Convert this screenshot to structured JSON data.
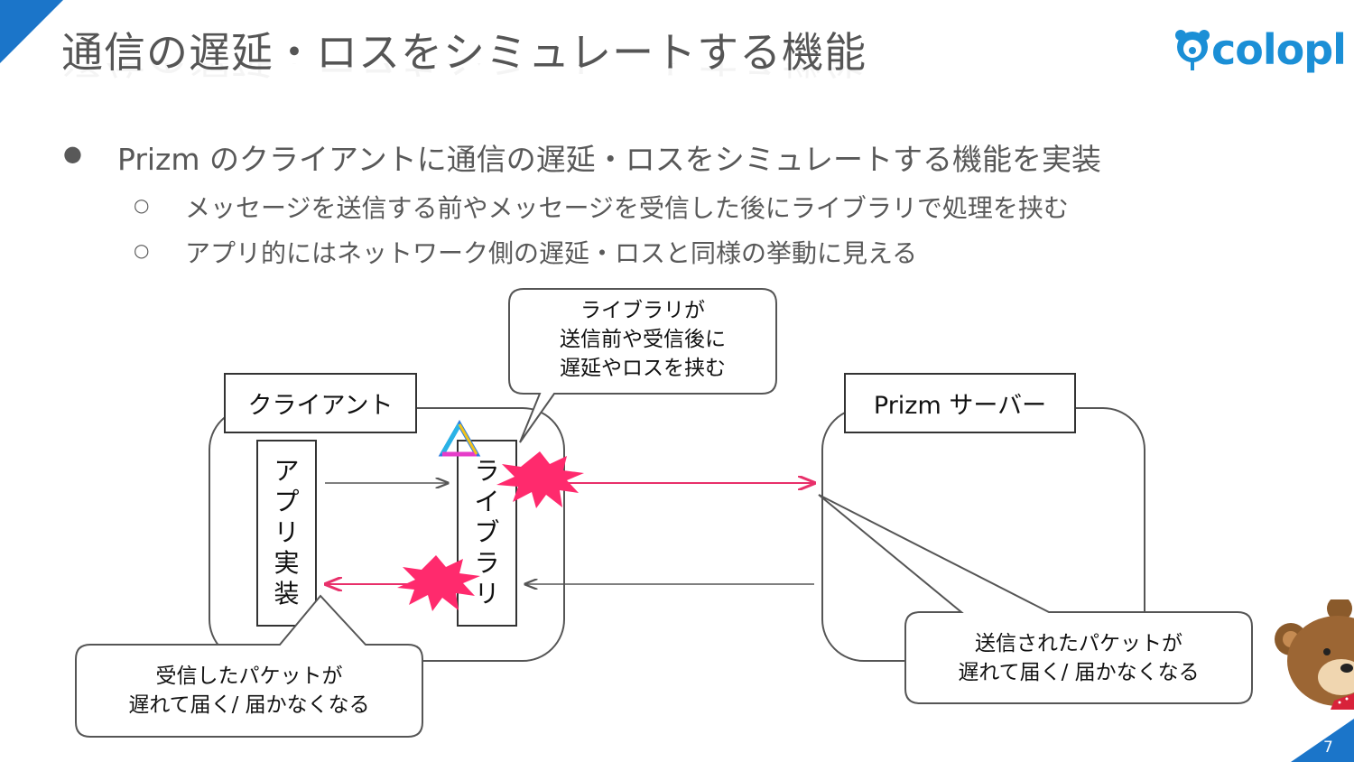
{
  "slide": {
    "title": "通信の遅延・ロスをシミュレートする機能",
    "page_number": "7",
    "logo_text": "colopl",
    "accent_color": "#1b75c9"
  },
  "bullets": [
    {
      "marker": "●",
      "text": "Prizm のクライアントに通信の遅延・ロスをシミュレートする機能を実装"
    },
    {
      "marker": "○",
      "text": "メッセージを送信する前やメッセージを受信した後にライブラリで処理を挟む"
    },
    {
      "marker": "○",
      "text": "アプリ的にはネットワーク側の遅延・ロスと同様の挙動に見える"
    }
  ],
  "diagram": {
    "client_label": "クライアント",
    "server_label": "Prizm サーバー",
    "app_label": [
      "ア",
      "プ",
      "リ",
      "実",
      "装"
    ],
    "library_label": [
      "ラ",
      "イ",
      "ブ",
      "ラ",
      "リ"
    ],
    "callout_library": [
      "ライブラリが",
      "送信前や受信後に",
      "遅延やロスを挟む"
    ],
    "callout_receive": [
      "受信したパケットが",
      "遅れて届く/ 届かなくなる"
    ],
    "callout_send": [
      "送信されたパケットが",
      "遅れて届く/ 届かなくなる"
    ],
    "burst_color": "#ff2a6d",
    "lost_arrow_color": "#e8306a",
    "normal_arrow_color": "#555555"
  }
}
